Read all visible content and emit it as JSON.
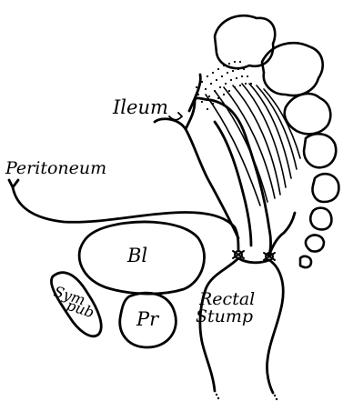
{
  "labels": {
    "ileum": "Ileum",
    "peritoneum": "Peritoneum",
    "bladder": "Bl",
    "symphysis_line1": "Sym",
    "symphysis_line2": "pub",
    "prostate": "Pr",
    "rectal_line1": "Rectal",
    "rectal_line2": "Stump"
  },
  "colors": {
    "ink": "#000000",
    "background": "#ffffff"
  }
}
